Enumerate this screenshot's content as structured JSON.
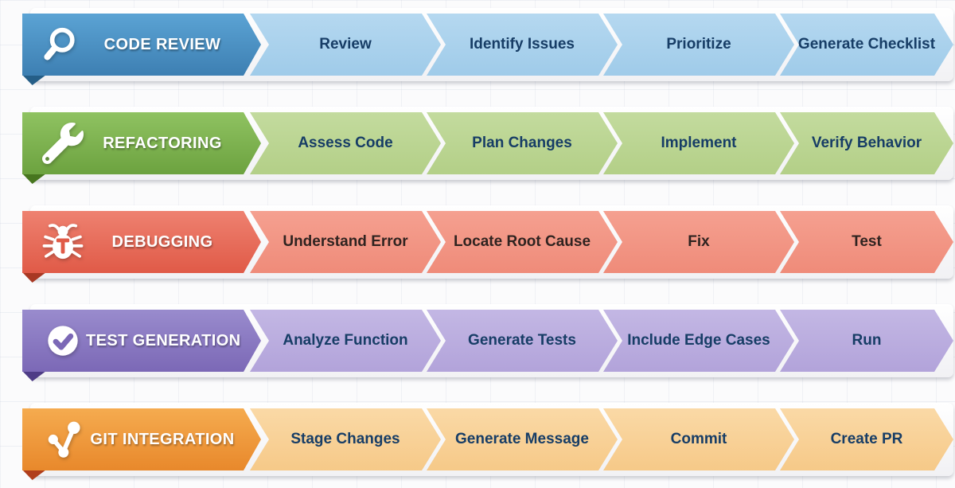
{
  "workflows": [
    {
      "title": "CODE REVIEW",
      "icon": "magnifier-icon",
      "steps": [
        "Review",
        "Identify Issues",
        "Prioritize",
        "Generate Checklist"
      ],
      "colors": {
        "header_top": "#5BA3D4",
        "header_bottom": "#3D7FB2",
        "fold": "#255E87",
        "step_top": "#B5D8F0",
        "step_bottom": "#9FCBE9",
        "step_text": "#173D66"
      }
    },
    {
      "title": "REFACTORING",
      "icon": "wrench-icon",
      "steps": [
        "Assess Code",
        "Plan Changes",
        "Implement",
        "Verify Behavior"
      ],
      "colors": {
        "header_top": "#8FC261",
        "header_bottom": "#6CA23F",
        "fold": "#47761F",
        "step_top": "#C3DB9E",
        "step_bottom": "#B3CF87",
        "step_text": "#173D66"
      }
    },
    {
      "title": "DEBUGGING",
      "icon": "bug-icon",
      "steps": [
        "Understand Error",
        "Locate Root Cause",
        "Fix",
        "Test"
      ],
      "colors": {
        "header_top": "#EE8170",
        "header_bottom": "#E05A47",
        "fold": "#A83823",
        "step_top": "#F5A090",
        "step_bottom": "#EF8B79",
        "step_text": "#2F2320"
      }
    },
    {
      "title": "TEST GENERATION",
      "icon": "check-circle-icon",
      "steps": [
        "Analyze Function",
        "Generate Tests",
        "Include Edge Cases",
        "Run"
      ],
      "colors": {
        "header_top": "#998BCD",
        "header_bottom": "#7B68B6",
        "fold": "#4E3C86",
        "step_top": "#C3B7E4",
        "step_bottom": "#B2A3DA",
        "step_text": "#173D66"
      }
    },
    {
      "title": "GIT INTEGRATION",
      "icon": "git-branch-icon",
      "steps": [
        "Stage Changes",
        "Generate Message",
        "Commit",
        "Create PR"
      ],
      "colors": {
        "header_top": "#F5AB4F",
        "header_bottom": "#E8882B",
        "fold": "#B03E1C",
        "step_top": "#FAD9A6",
        "step_bottom": "#F6C988",
        "step_text": "#173D66"
      }
    }
  ]
}
